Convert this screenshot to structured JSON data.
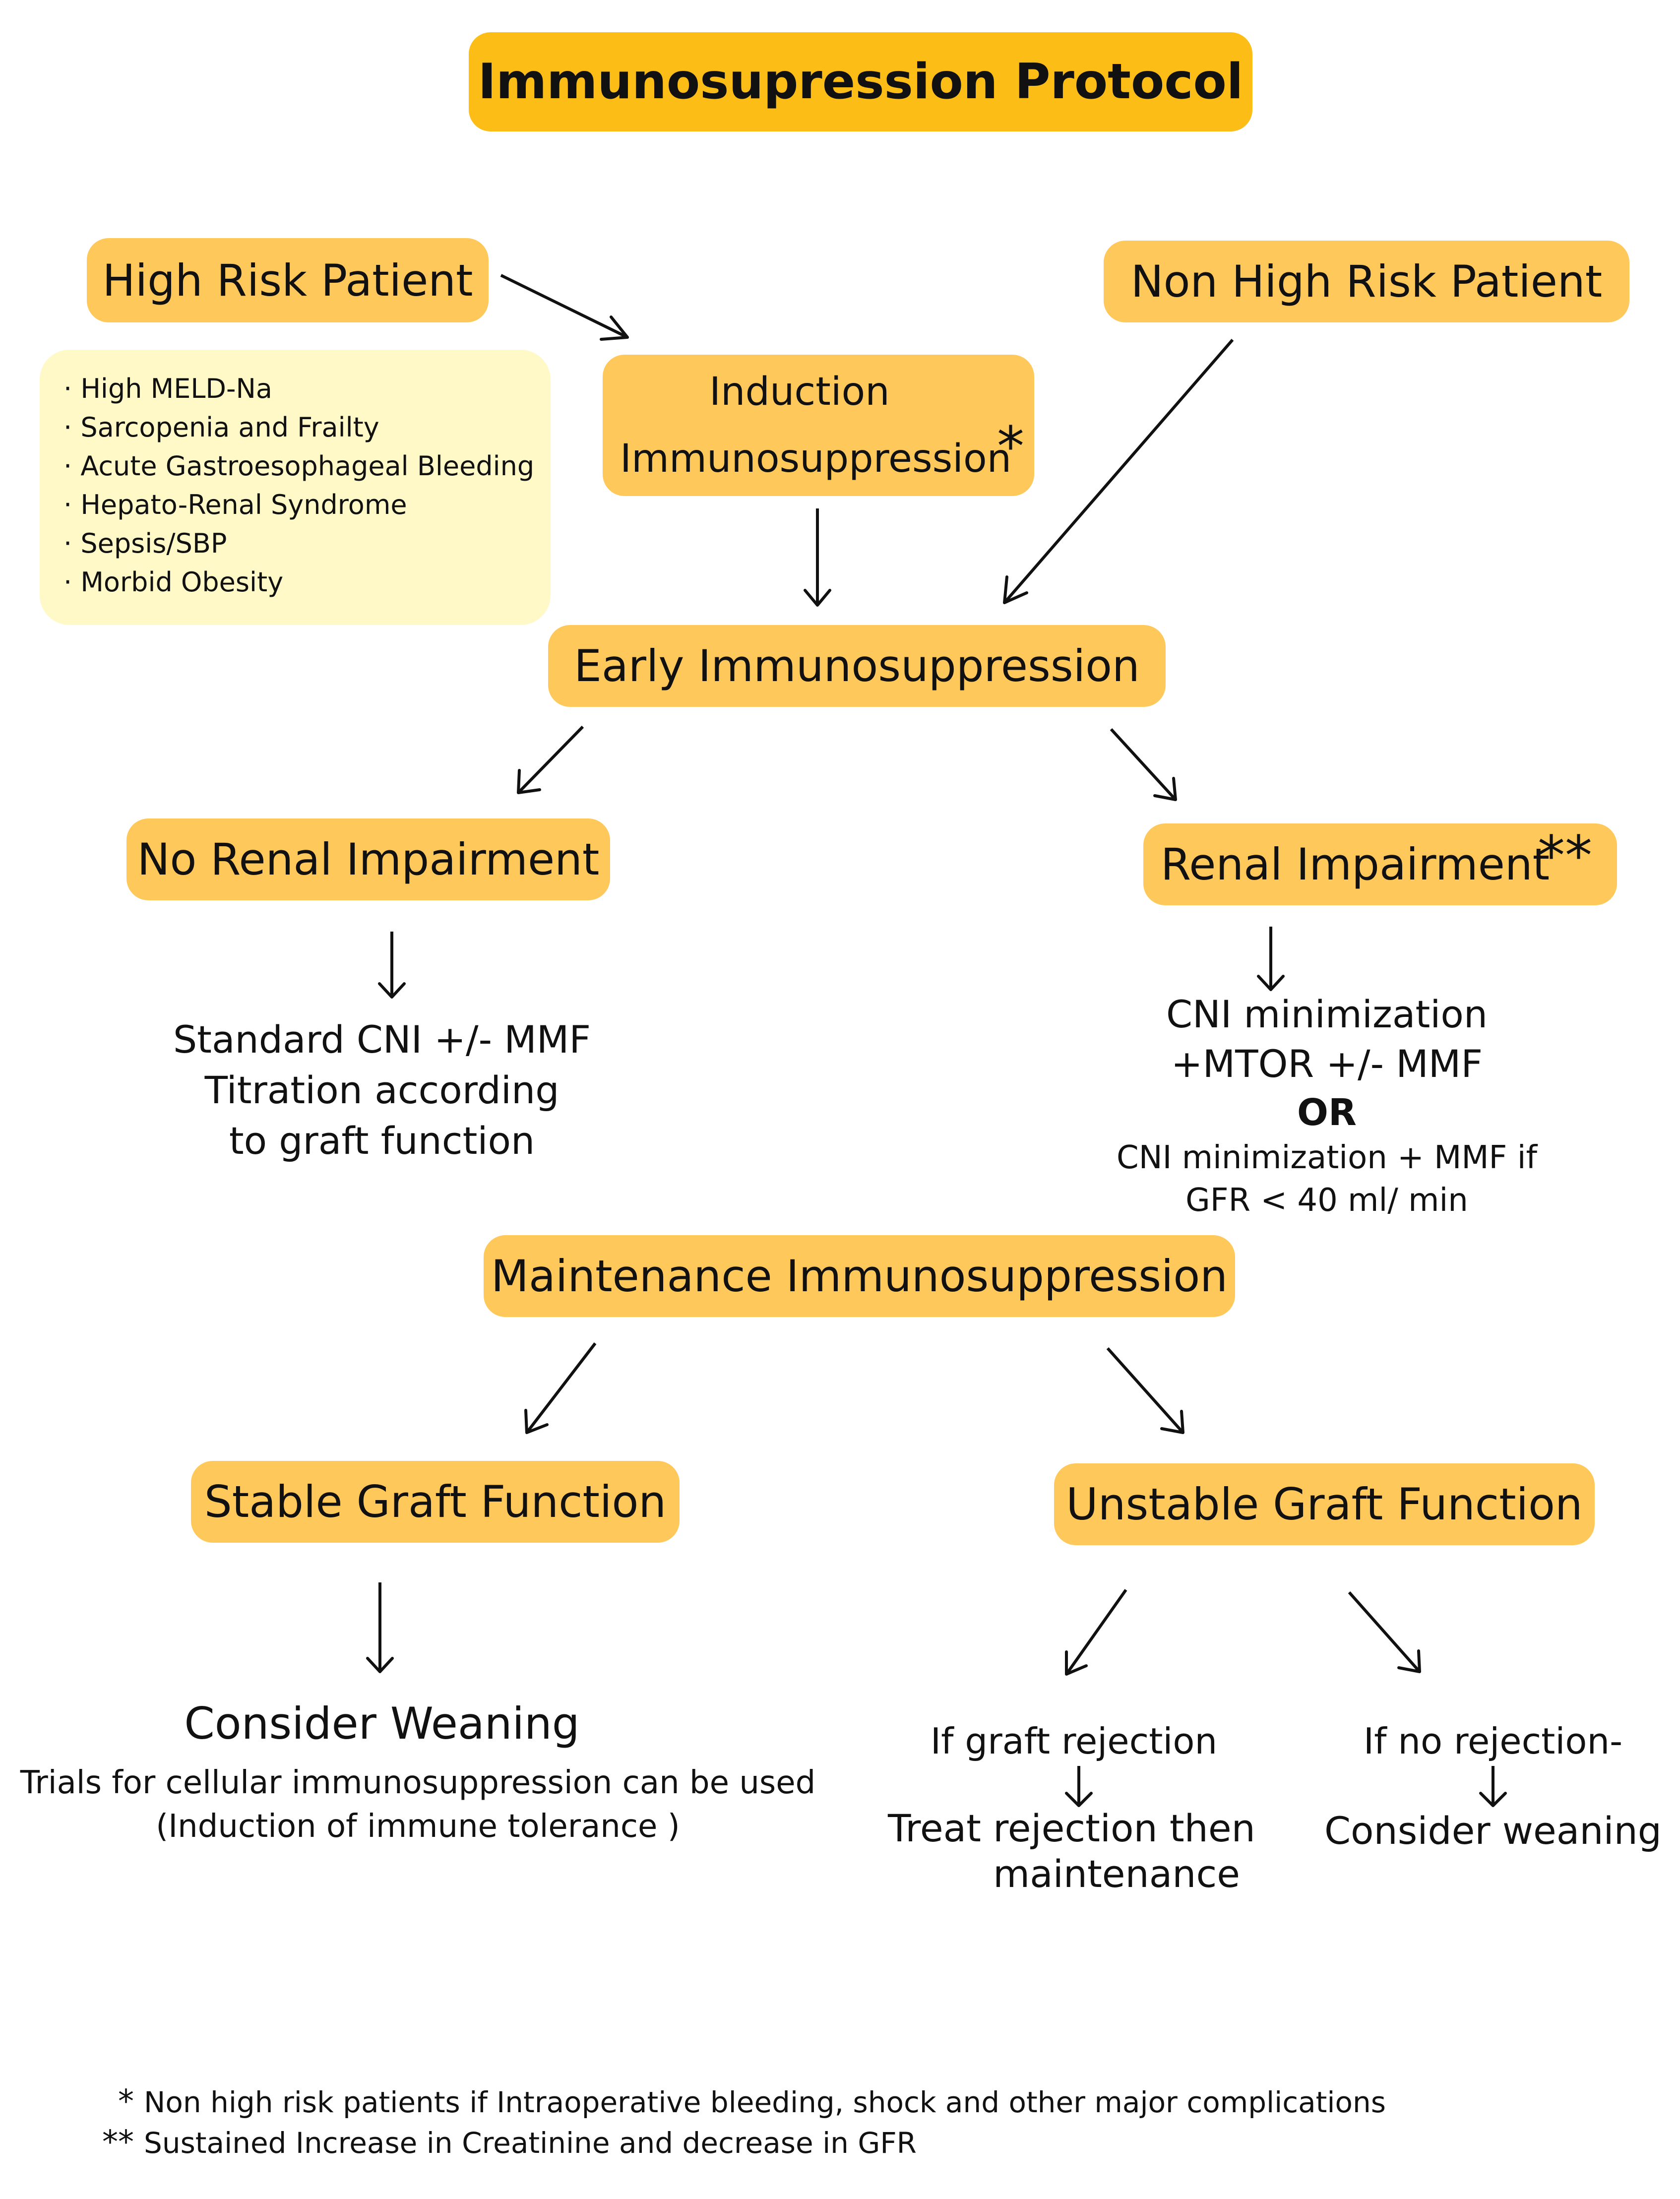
{
  "title": "Immunosupression Protocol",
  "high_risk": {
    "label": "High Risk Patient",
    "factors": [
      "· High MELD-Na",
      "· Sarcopenia and Frailty",
      "· Acute Gastroesophageal Bleeding",
      "· Hepato-Renal Syndrome",
      "· Sepsis/SBP",
      "· Morbid Obesity"
    ]
  },
  "non_high_risk": "Non High Risk Patient",
  "induction": {
    "line1": "Induction",
    "line2": "Immunosuppression",
    "mark": "*"
  },
  "early": "Early Immunosuppression",
  "no_renal": {
    "label": "No Renal Impairment",
    "plan": [
      "Standard CNI +/- MMF",
      "Titration according",
      "to graft function"
    ]
  },
  "renal": {
    "label": "Renal Impairment",
    "mark": "**",
    "plan1": [
      "CNI minimization",
      "+MTOR +/- MMF"
    ],
    "or": "OR",
    "plan2": [
      "CNI minimization + MMF if",
      "GFR < 40 ml/ min"
    ]
  },
  "maintenance": "Maintenance Immunosuppression",
  "stable": {
    "label": "Stable Graft Function",
    "action": "Consider Weaning",
    "note": [
      "Trials for cellular immunosuppression can be used",
      "(Induction of immune tolerance )"
    ]
  },
  "unstable": {
    "label": "Unstable Graft Function",
    "rejection": {
      "condition": "If graft rejection",
      "action": [
        "Treat rejection then",
        "maintenance"
      ]
    },
    "no_rejection": {
      "condition": "If no rejection-",
      "action": "Consider weaning"
    }
  },
  "footnotes": [
    {
      "mark": "*",
      "text": "Non high risk patients if Intraoperative bleeding, shock and other major complications"
    },
    {
      "mark": "**",
      "text": "Sustained Increase in Creatinine and decrease in GFR"
    }
  ]
}
